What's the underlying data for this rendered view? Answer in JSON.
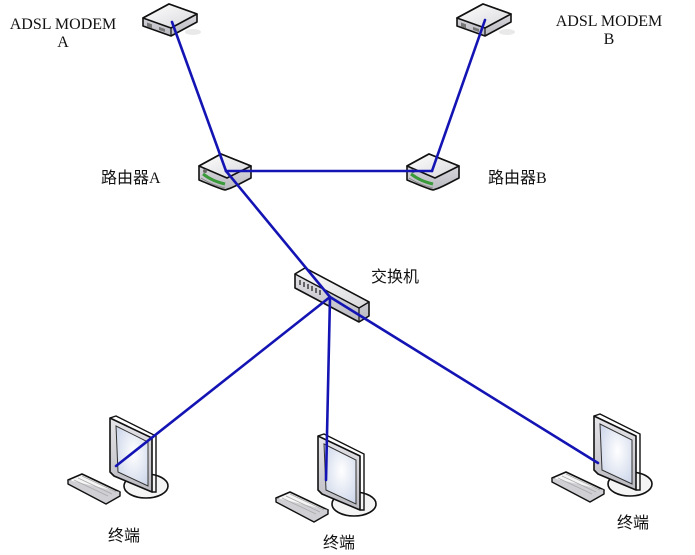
{
  "diagram": {
    "type": "network-topology",
    "colors": {
      "link": "#1414b4",
      "device_body": "#f0f0f2",
      "outline": "#111111",
      "led": "#3a9a3a",
      "screen": "#dfe6f3"
    },
    "nodes": {
      "modem_a": {
        "label_line1": "ADSL MODEM",
        "label_line2": "A",
        "icon": "modem-icon"
      },
      "modem_b": {
        "label_line1": "ADSL MODEM",
        "label_line2": "B",
        "icon": "modem-icon"
      },
      "router_a": {
        "label": "路由器A",
        "icon": "router-icon"
      },
      "router_b": {
        "label": "路由器B",
        "icon": "router-icon"
      },
      "switch": {
        "label": "交换机",
        "icon": "switch-icon"
      },
      "terminal_1": {
        "label": "终端",
        "icon": "computer-icon"
      },
      "terminal_2": {
        "label": "终端",
        "icon": "computer-icon"
      },
      "terminal_3": {
        "label": "终端",
        "icon": "computer-icon"
      }
    },
    "links": [
      {
        "from": "modem_a",
        "to": "router_a"
      },
      {
        "from": "modem_b",
        "to": "router_b"
      },
      {
        "from": "router_a",
        "to": "router_b"
      },
      {
        "from": "router_a",
        "to": "switch"
      },
      {
        "from": "switch",
        "to": "terminal_1"
      },
      {
        "from": "switch",
        "to": "terminal_2"
      },
      {
        "from": "switch",
        "to": "terminal_3"
      }
    ]
  }
}
